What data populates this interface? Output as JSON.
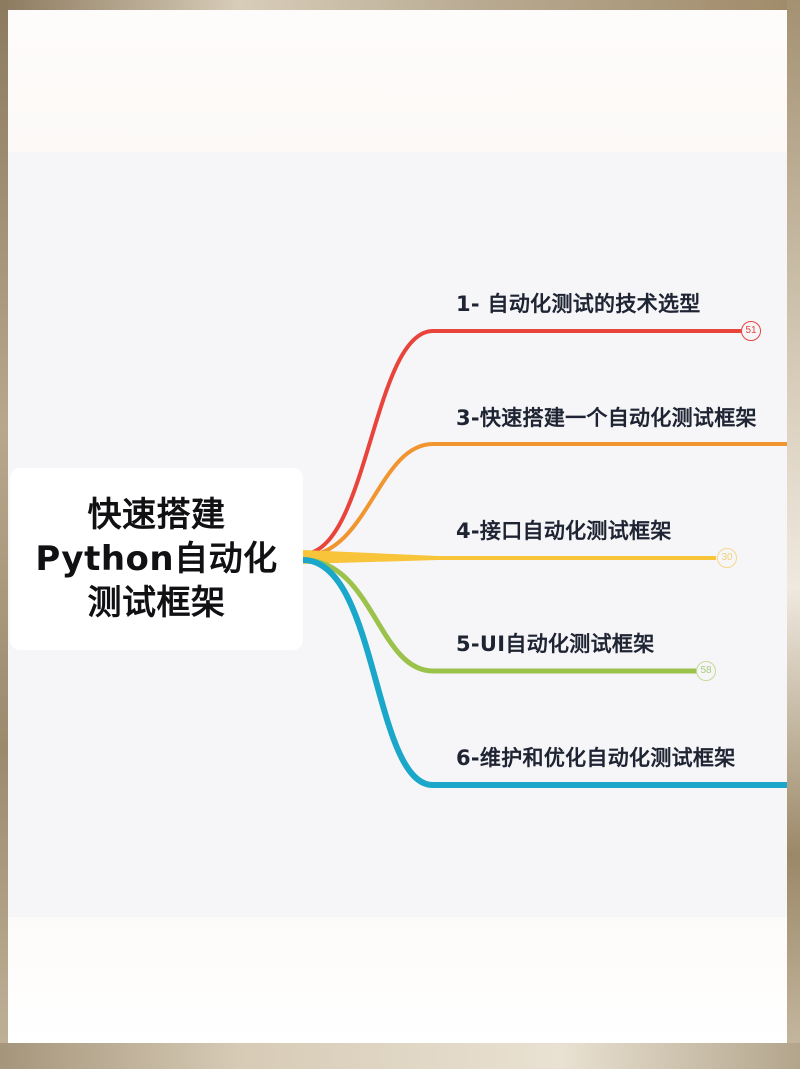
{
  "root": {
    "lines": [
      "快速搭建",
      "Python自动化",
      "测试框架"
    ]
  },
  "branches": [
    {
      "label": "1- 自动化测试的技术选型",
      "color": "#e8443c",
      "count": "51"
    },
    {
      "label": "3-快速搭建一个自动化测试框架",
      "color": "#f0952f",
      "count": null
    },
    {
      "label": "4-接口自动化测试框架",
      "color": "#f8c43a",
      "count": "30"
    },
    {
      "label": "5-UI自动化测试框架",
      "color": "#9bc24a",
      "count": "58"
    },
    {
      "label": "6-维护和优化自动化测试框架",
      "color": "#1aa7c9",
      "count": null
    }
  ],
  "colors": {
    "panel_background": "#f6f6f9",
    "root_background": "#ffffff",
    "text": "#1f2433"
  }
}
